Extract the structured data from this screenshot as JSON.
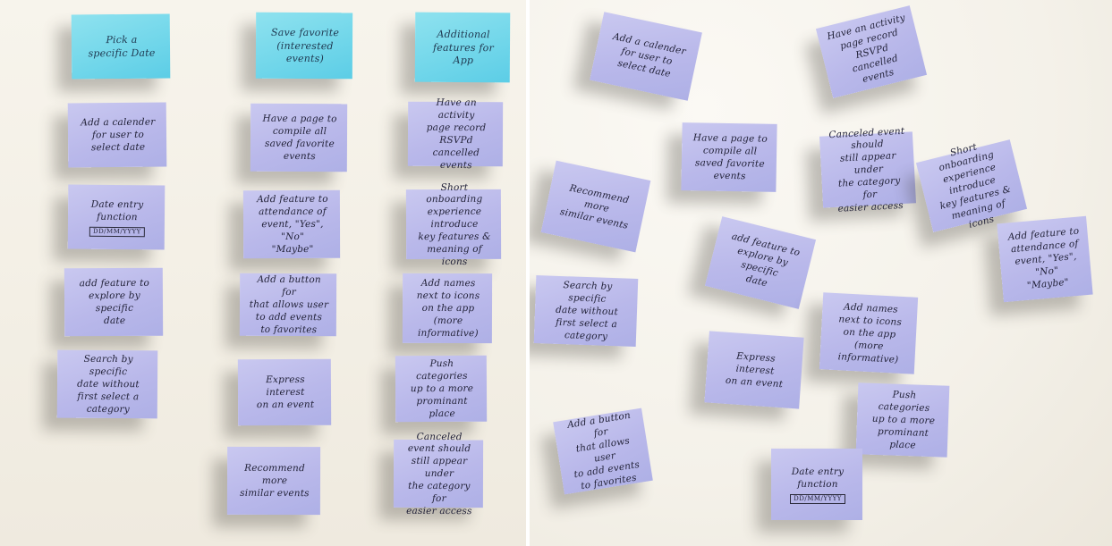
{
  "left_board": {
    "headers": [
      {
        "text": "Pick a\nspecific Date"
      },
      {
        "text": "Save favorite\n(interested\nevents)"
      },
      {
        "text": "Additional\nfeatures for\nApp"
      }
    ],
    "columns": [
      {
        "notes": [
          {
            "text": "Add a calender\nfor user to\nselect date"
          },
          {
            "text": "Date entry\nfunction",
            "tag": "DD/MM/YYYY"
          },
          {
            "text": "add feature to\nexplore by specific\ndate"
          },
          {
            "text": "Search by specific\ndate without\nfirst select a\ncategory"
          }
        ]
      },
      {
        "notes": [
          {
            "text": "Have a page to\ncompile all\nsaved favorite\nevents"
          },
          {
            "text": "Add feature to\nattendance of\nevent, \"Yes\", \"No\"\n\"Maybe\""
          },
          {
            "text": "Add a button for\nthat allows user\nto add events\nto favorites"
          },
          {
            "text": "Express interest\non an event"
          },
          {
            "text": "Recommend more\nsimilar events"
          }
        ]
      },
      {
        "notes": [
          {
            "text": "Have an activity\npage record RSVPd\ncancelled events"
          },
          {
            "text": "Short onboarding\nexperience introduce\nkey features &\nmeaning of icons"
          },
          {
            "text": "Add names\nnext to icons\non the app\n(more informative)"
          },
          {
            "text": "Push categories\nup to a more\nprominant place"
          },
          {
            "text": "Canceled event should\nstill appear under\nthe category for\neasier access"
          }
        ]
      }
    ]
  },
  "right_board": {
    "notes": [
      {
        "text": "Add a calender\nfor user to\nselect date"
      },
      {
        "text": "Have an activity\npage record RSVPd\ncancelled events"
      },
      {
        "text": "Have a page to\ncompile all\nsaved favorite\nevents"
      },
      {
        "text": "Canceled event should\nstill appear under\nthe category for\neasier access"
      },
      {
        "text": "Short onboarding\nexperience introduce\nkey features &\nmeaning of icons"
      },
      {
        "text": "Recommend more\nsimilar events"
      },
      {
        "text": "add feature to\nexplore by specific\ndate"
      },
      {
        "text": "Add feature to\nattendance of\nevent, \"Yes\", \"No\"\n\"Maybe\""
      },
      {
        "text": "Search by specific\ndate without\nfirst select a\ncategory"
      },
      {
        "text": "Add names\nnext to icons\non the app\n(more informative)"
      },
      {
        "text": "Express interest\non an event"
      },
      {
        "text": "Push categories\nup to a more\nprominant place"
      },
      {
        "text": "Add a button for\nthat allows user\nto add events\nto favorites"
      },
      {
        "text": "Date entry\nfunction",
        "tag": "DD/MM/YYYY"
      }
    ]
  },
  "colors": {
    "header_note": "#70d6ea",
    "idea_note": "#b9b8ea",
    "wall": "#f4f1e9"
  }
}
